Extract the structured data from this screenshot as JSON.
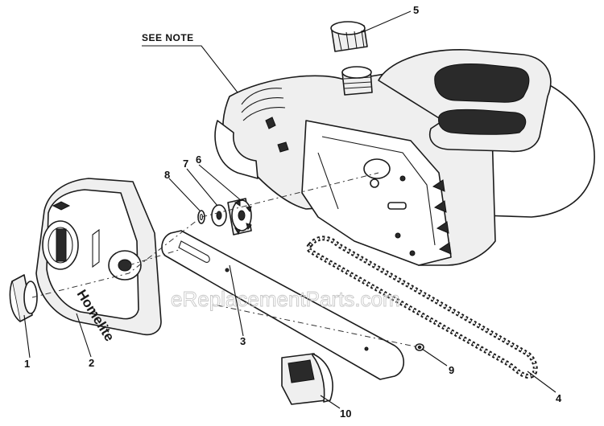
{
  "note_label": "SEE NOTE",
  "brand_text": "Homelite",
  "watermark": "eReplacementParts.com",
  "callouts": [
    "1",
    "2",
    "3",
    "4",
    "5",
    "6",
    "7",
    "8",
    "9",
    "10"
  ]
}
